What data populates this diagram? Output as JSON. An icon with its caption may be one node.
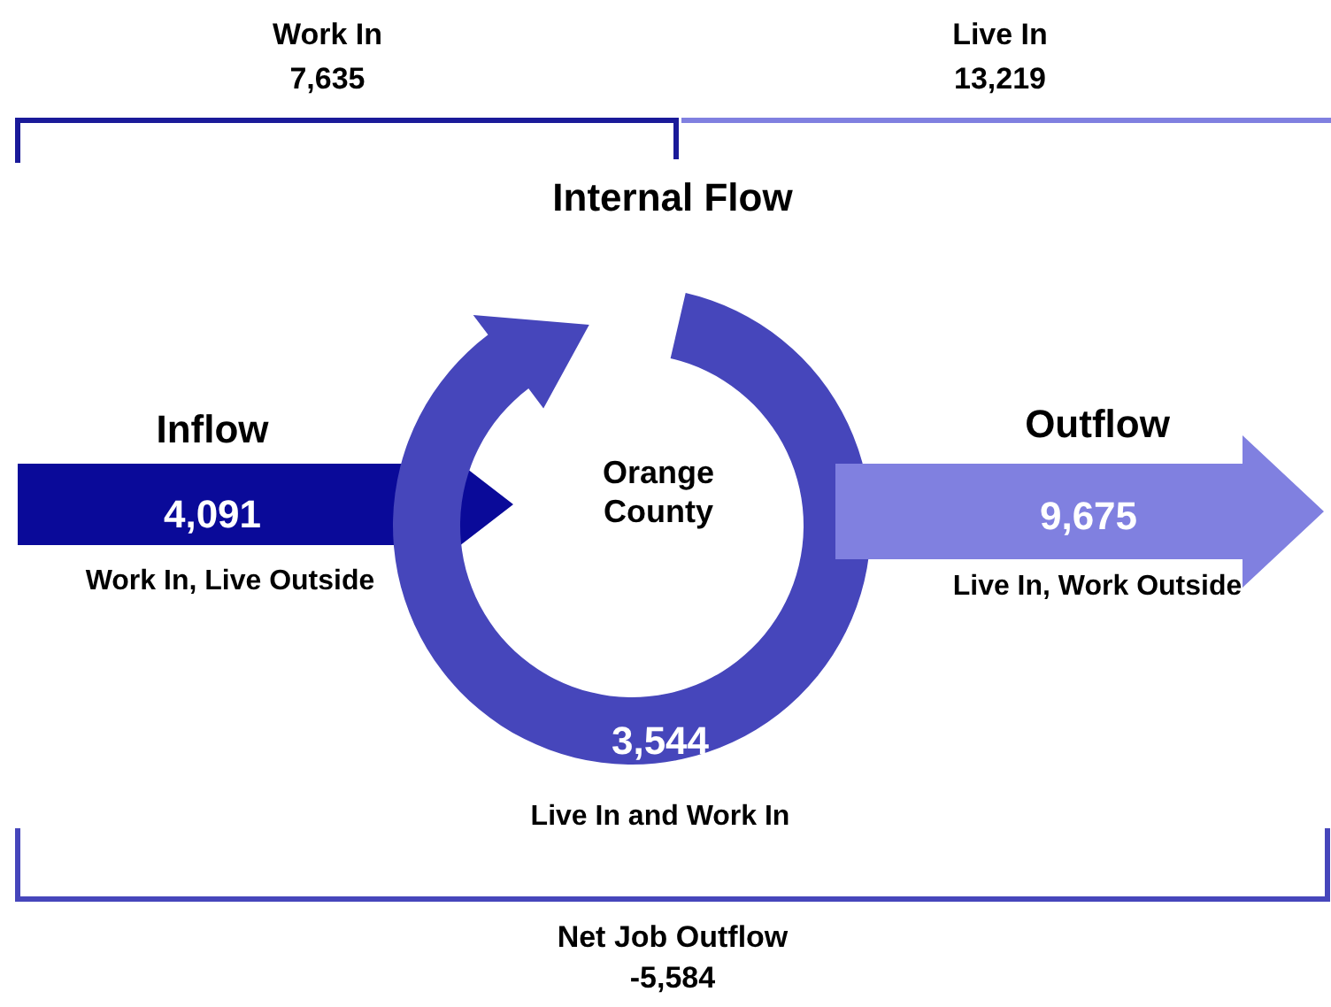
{
  "diagram": {
    "nodes": [
      {
        "text": [
          "Inflow",
          "4,091"
        ],
        "beside": [
          "Work In, Live Outside"
        ]
      },
      {
        "text": [
          "Internal Flow",
          "3,544"
        ],
        "beside": [
          "Live In and Work In"
        ]
      },
      {
        "text": [
          "Outflow",
          "9,675"
        ],
        "beside": [
          "Live In, Work Outside"
        ]
      }
    ],
    "edges": [],
    "labels": [
      "Work In",
      "7,635",
      "Live In",
      "13,219",
      "Orange County",
      "Net Job Outflow",
      "-5,584"
    ]
  }
}
